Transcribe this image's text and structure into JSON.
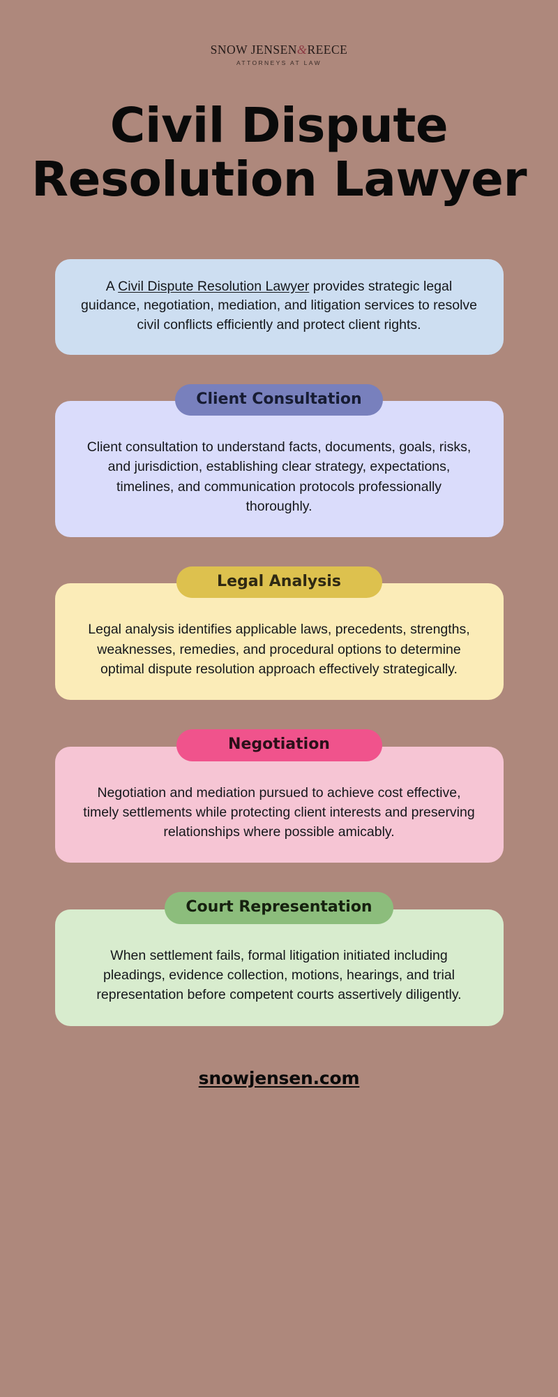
{
  "background_color": "#ae887c",
  "logo": {
    "name_part1": "S",
    "name_full": "SNOW JENSEN",
    "ampersand": "&",
    "name_part2": "REECE",
    "tagline": "ATTORNEYS AT LAW",
    "ampersand_color": "#8c3a43",
    "text_color": "#241a18"
  },
  "title": {
    "line1": "Civil Dispute",
    "line2": "Resolution Lawyer"
  },
  "intro": {
    "lead": "A ",
    "highlight": "Civil Dispute Resolution Lawyer",
    "rest": " provides strategic legal guidance, negotiation, mediation, and litigation services to resolve civil conflicts efficiently and protect client rights.",
    "card_color": "#cddef1"
  },
  "sections": [
    {
      "id": "client-consultation",
      "heading": "Client Consultation",
      "body": "Client consultation to understand facts, documents, goals, risks, and jurisdiction, establishing clear strategy, expectations, timelines, and communication protocols professionally thoroughly.",
      "pill_color": "#7880bd",
      "card_color": "#dadcfb"
    },
    {
      "id": "legal-analysis",
      "heading": "Legal Analysis",
      "body": "Legal analysis identifies applicable laws, precedents, strengths, weaknesses, remedies, and procedural options to determine optimal dispute resolution approach effectively strategically.",
      "pill_color": "#ddc14e",
      "card_color": "#fbecb8"
    },
    {
      "id": "negotiation",
      "heading": "Negotiation",
      "body": "Negotiation and mediation pursued to achieve cost effective, timely settlements while protecting client interests and preserving relationships where possible amicably.",
      "pill_color": "#f0538c",
      "card_color": "#f6c5d4"
    },
    {
      "id": "court-representation",
      "heading": "Court Representation",
      "body": "When settlement fails, formal litigation initiated including pleadings, evidence collection, motions, hearings, and trial representation before competent courts assertively diligently.",
      "pill_color": "#8cbd7c",
      "card_color": "#d8ecce"
    }
  ],
  "footer": {
    "website": "snowjensen.com"
  }
}
